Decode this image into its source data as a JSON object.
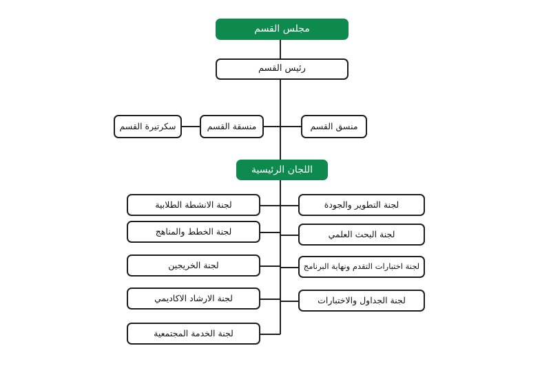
{
  "chart": {
    "title_node": "مجلس القسم",
    "background_color": "#ffffff",
    "accent_color": "#0e8a4f",
    "line_color": "#1c1c1c",
    "box_border_color": "#1c1c1c",
    "box_fill_color": "#ffffff",
    "direction": "rtl",
    "language": "ar"
  },
  "nodes": {
    "council": {
      "label": "مجلس القسم",
      "style": "green"
    },
    "head": {
      "label": "رئيس القسم",
      "style": "plain"
    },
    "secretary": {
      "label": "سكرتيرة القسم",
      "style": "plain"
    },
    "coordinator_female": {
      "label": "منسقة القسم",
      "style": "plain"
    },
    "coordinator_male": {
      "label": "منسق القسم",
      "style": "plain"
    },
    "committees": {
      "label": "اللجان الرئيسية",
      "style": "green"
    }
  },
  "committees_left": [
    {
      "label": "لجنة الانشطة الطلابية"
    },
    {
      "label": "لجنة الخطط والمناهج"
    },
    {
      "label": "لجنة الخريجين"
    },
    {
      "label": "لجنة الارشاد الاكاديمي"
    },
    {
      "label": "لجنة الخدمة المجتمعية"
    }
  ],
  "committees_right": [
    {
      "label": "لجنة التطوير والجودة"
    },
    {
      "label": "لجنة البحث العلمي"
    },
    {
      "label": "لجنة اختبارات التقدم ونهاية البرنامج"
    },
    {
      "label": "لجنة الجداول والاختبارات"
    }
  ]
}
